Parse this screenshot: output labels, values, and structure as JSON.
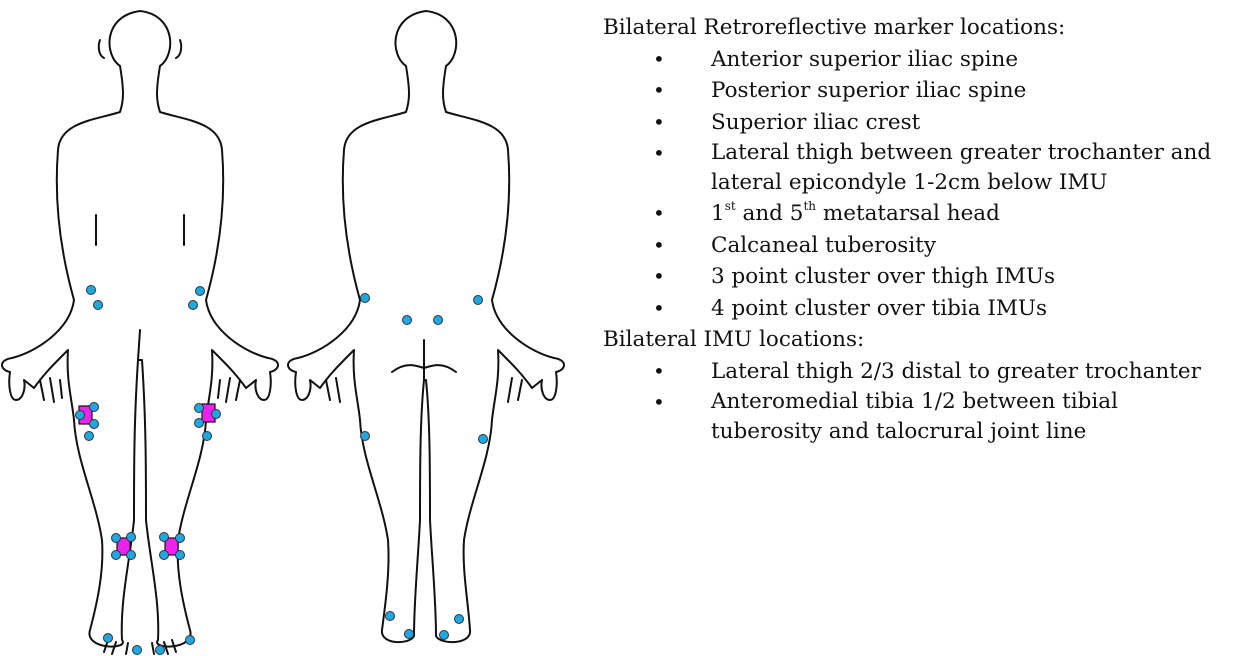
{
  "colors": {
    "marker": "#1ea7e1",
    "imu": "#ee22ee",
    "outline": "#111111"
  },
  "markers_heading": "Bilateral Retroreflective marker locations:",
  "markers": [
    {
      "text": "Anterior superior iliac spine"
    },
    {
      "text": "Posterior superior iliac spine"
    },
    {
      "text": "Superior iliac crest"
    },
    {
      "text": "Lateral thigh between greater trochanter and lateral epicondyle 1-2cm below IMU"
    },
    {
      "pre": "1",
      "sup1": "st",
      "mid": " and 5",
      "sup2": "th",
      "post": " metatarsal head"
    },
    {
      "text": "Calcaneal tuberosity"
    },
    {
      "text": "3 point cluster over thigh IMUs"
    },
    {
      "text": "4 point cluster over tibia IMUs"
    }
  ],
  "imu_heading": "Bilateral IMU locations:",
  "imus": [
    {
      "text": "Lateral thigh 2/3 distal to greater trochanter"
    },
    {
      "text": "Anteromedial tibia 1/2 between tibial tuberosity and talocrural joint line"
    }
  ]
}
